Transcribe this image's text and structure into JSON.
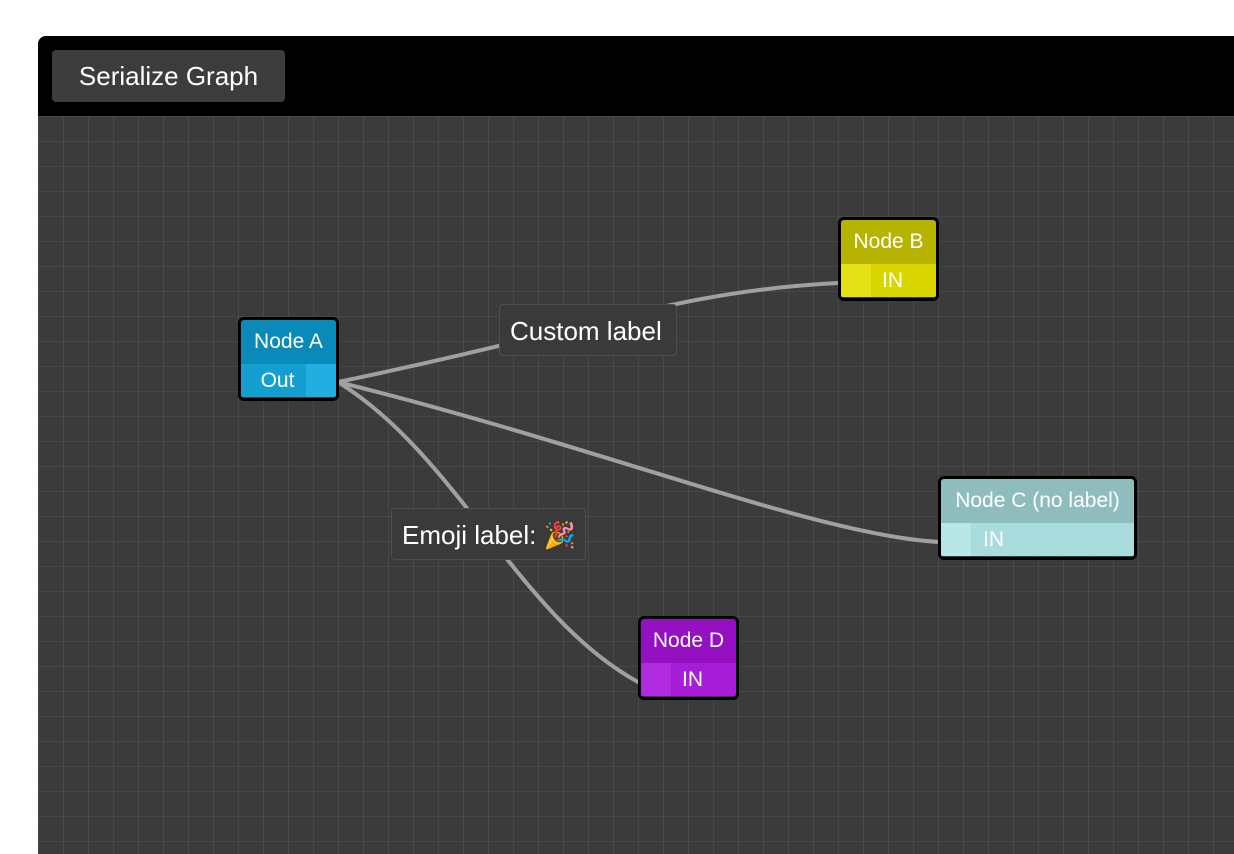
{
  "toolbar": {
    "serialize_label": "Serialize Graph"
  },
  "colors": {
    "toolbar_bg": "#000000",
    "canvas_bg": "#3b3b3b",
    "edge": "#a0a0a0",
    "node_a_title": "#0a8ab8",
    "node_a_port": "#149fd0",
    "node_b_title": "#b6b400",
    "node_b_port": "#d8d500",
    "node_c_title": "#8fbdbd",
    "node_c_port": "#a9dcdc",
    "node_d_title": "#9410c0",
    "node_d_port": "#a71cd6"
  },
  "edges": {
    "a_to_b_label": "Custom label",
    "a_to_d_label": "Emoji label: 🎉"
  },
  "nodes": {
    "a": {
      "title": "Node A",
      "port": "Out"
    },
    "b": {
      "title": "Node B",
      "port": "IN"
    },
    "c": {
      "title": "Node C (no label)",
      "port": "IN"
    },
    "d": {
      "title": "Node D",
      "port": "IN"
    }
  }
}
